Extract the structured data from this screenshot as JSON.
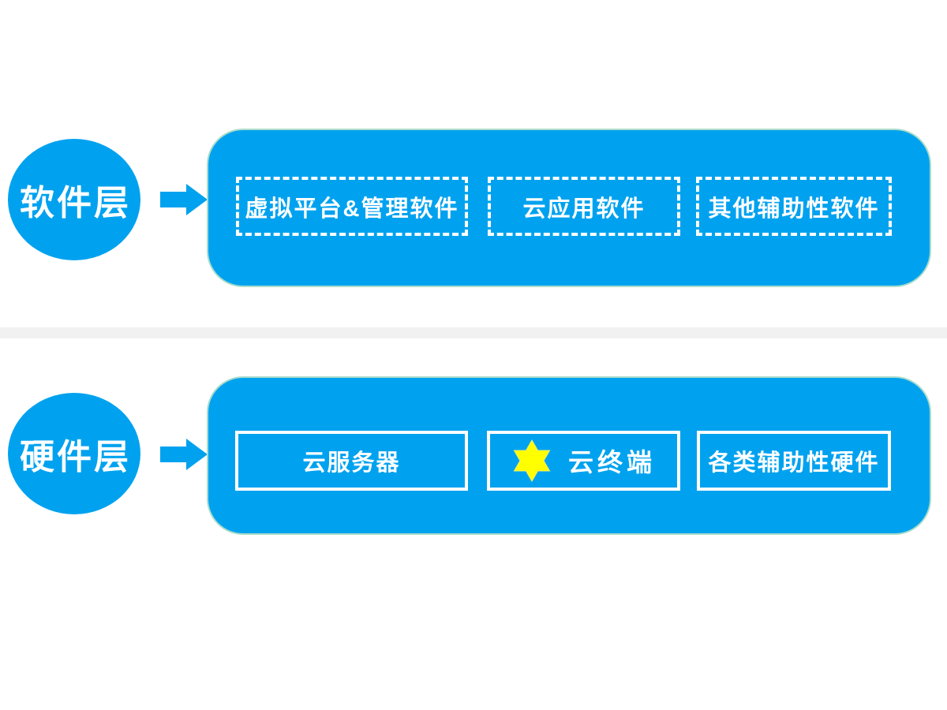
{
  "colors": {
    "primary_blue": "#00A2EF",
    "panel_edge": "#A9DCCB",
    "divider_gray": "#F1F1F1",
    "star_yellow": "#FFFF00",
    "text_white": "#FFFFFF"
  },
  "layers": [
    {
      "id": "software-layer",
      "label": "软件层",
      "box_style": "dashed",
      "items": [
        {
          "label": "虚拟平台&管理软件"
        },
        {
          "label": "云应用软件"
        },
        {
          "label": "其他辅助性软件"
        }
      ]
    },
    {
      "id": "hardware-layer",
      "label": "硬件层",
      "box_style": "solid",
      "items": [
        {
          "label": "云服务器"
        },
        {
          "label": "云终端",
          "icon": "six-pointed-star"
        },
        {
          "label": "各类辅助性硬件"
        }
      ]
    }
  ]
}
